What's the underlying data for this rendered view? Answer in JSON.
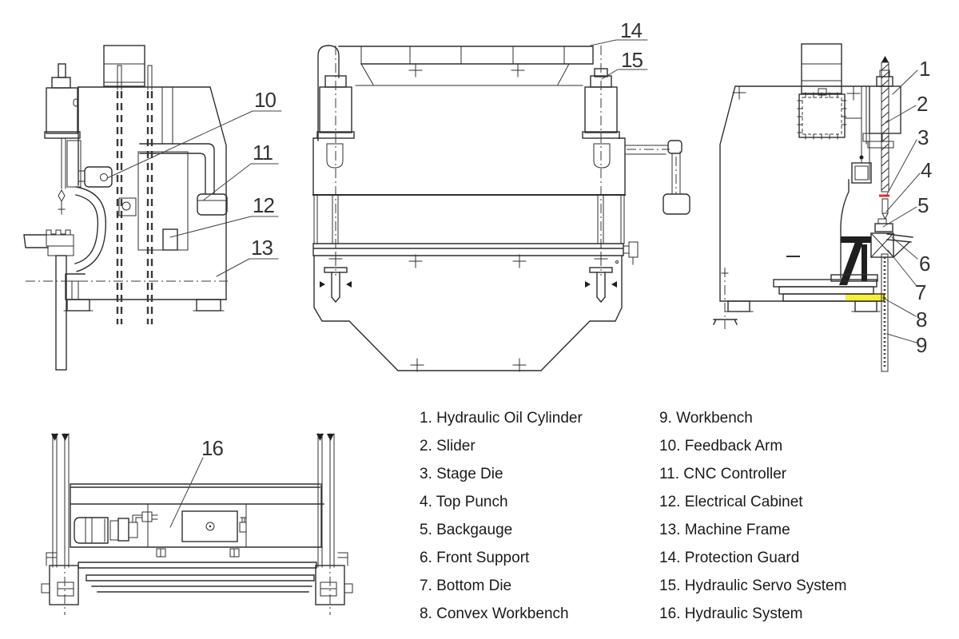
{
  "figure": {
    "kind": "press-brake-machine-parts-diagram",
    "background": "#ffffff",
    "colors": {
      "line": "#2f2f2f",
      "text": "#1a1a1a",
      "stage_die_marker_red": "#e03228",
      "convex_workbench_highlight_yellow": "#f6ec1f"
    },
    "views": {
      "left": "machine left side view",
      "front": "machine front view",
      "right": "machine right side view",
      "top": "machine top (plan) view of hydraulic system"
    }
  },
  "callouts": {
    "left": [
      "10",
      "11",
      "12",
      "13"
    ],
    "front": [
      "14",
      "15"
    ],
    "right": [
      "1",
      "2",
      "3",
      "4",
      "5",
      "6",
      "7",
      "8",
      "9"
    ],
    "top": [
      "16"
    ]
  },
  "legend": {
    "columns": [
      {
        "items": [
          {
            "label": "1. Hydraulic Oil Cylinder"
          },
          {
            "label": "2. Slider"
          },
          {
            "label": "3. Stage Die"
          },
          {
            "label": "4. Top Punch"
          },
          {
            "label": "5. Backgauge"
          },
          {
            "label": "6. Front Support"
          },
          {
            "label": "7. Bottom Die"
          },
          {
            "label": "8. Convex Workbench"
          }
        ]
      },
      {
        "items": [
          {
            "label": "9. Workbench"
          },
          {
            "label": "10. Feedback Arm"
          },
          {
            "label": "11. CNC Controller"
          },
          {
            "label": "12. Electrical Cabinet"
          },
          {
            "label": "13. Machine Frame"
          },
          {
            "label": "14. Protection Guard"
          },
          {
            "label": "15. Hydraulic Servo System"
          },
          {
            "label": "16. Hydraulic System"
          }
        ]
      }
    ]
  }
}
